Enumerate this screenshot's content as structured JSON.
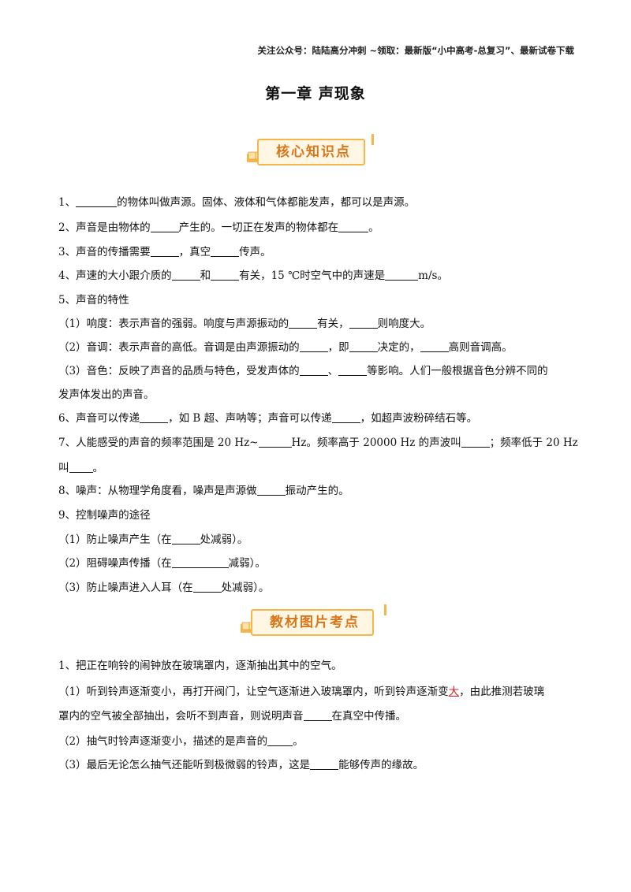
{
  "header": {
    "text": "关注公众号：陆陆高分冲刺  ~领取：最新版“小中高考-总复习”、最新试卷下载"
  },
  "title": "第一章 声现象",
  "banners": {
    "core": "核心知识点",
    "textbook": "教材图片考点"
  },
  "core": {
    "q1": {
      "a": "1、",
      "b": "的物体叫做声源。固体、液体和气体都能发声，都可以是声源。"
    },
    "q2": {
      "a": "2、声音是由物体的",
      "b": "产生的。一切正在发声的物体都在",
      "c": "。"
    },
    "q3": {
      "a": "3、声音的传播需要",
      "b": "，真空",
      "c": "传声。"
    },
    "q4": {
      "a": "4、声速的大小跟介质的",
      "b": "和",
      "c": "有关，15 ℃时空气中的声速是",
      "d": "m/s。"
    },
    "q5": "5、声音的特性",
    "q5_1": {
      "a": "（1）响度：表示声音的强弱。响度与声源振动的",
      "b": "有关，",
      "c": "则响度大。"
    },
    "q5_2": {
      "a": "（2）音调：表示声音的高低。音调是由声源振动的",
      "b": "，即",
      "c": "决定的，",
      "d": "高则音调高。"
    },
    "q5_3": {
      "a": "（3）音色：反映了声音的品质与特色，受发声体的",
      "b": "、",
      "c": "等影响。人们一般根据音色分辨不同的",
      "d": "发声体发出的声音。"
    },
    "q6": {
      "a": "6、声音可以传递",
      "b": "，如 B 超、声呐等；声音可以传递",
      "c": "，如超声波粉碎结石等。"
    },
    "q7": {
      "a": "7、人能感受的声音的频率范围是 20 Hz~",
      "b": "Hz。频率高于 20000 Hz 的声波叫",
      "c": "；频率低于 20 Hz",
      "d": "叫",
      "e": "。"
    },
    "q8": {
      "a": "8、噪声：从物理学角度看，噪声是声源做",
      "b": "振动产生的。"
    },
    "q9": "9、控制噪声的途径",
    "q9_1": {
      "a": "（1）防止噪声产生（在",
      "b": "处减弱）。"
    },
    "q9_2": {
      "a": "（2）阻碍噪声传播（在",
      "b": "减弱）。"
    },
    "q9_3": {
      "a": "（3）防止噪声进入人耳（在",
      "b": "处减弱）。"
    }
  },
  "textbook": {
    "p1": "1、把正在响铃的闹钟放在玻璃罩内，逐渐抽出其中的空气。",
    "p1_1": {
      "a": "（1）听到铃声逐渐变小，再打开阀门，让空气逐渐进入玻璃罩内，听到铃声逐渐变",
      "red": "大",
      "b": "，由此推测若玻璃",
      "c": "罩内的空气被全部抽出，会听不到声音，则说明声音",
      "d": "在真空中传播。"
    },
    "p1_2": {
      "a": "（2）抽气时铃声逐渐变小，描述的是声音的",
      "b": "。"
    },
    "p1_3": {
      "a": "（3）最后无论怎么抽气还能听到极微弱的铃声，这是",
      "b": "能够传声的缘故。"
    }
  }
}
